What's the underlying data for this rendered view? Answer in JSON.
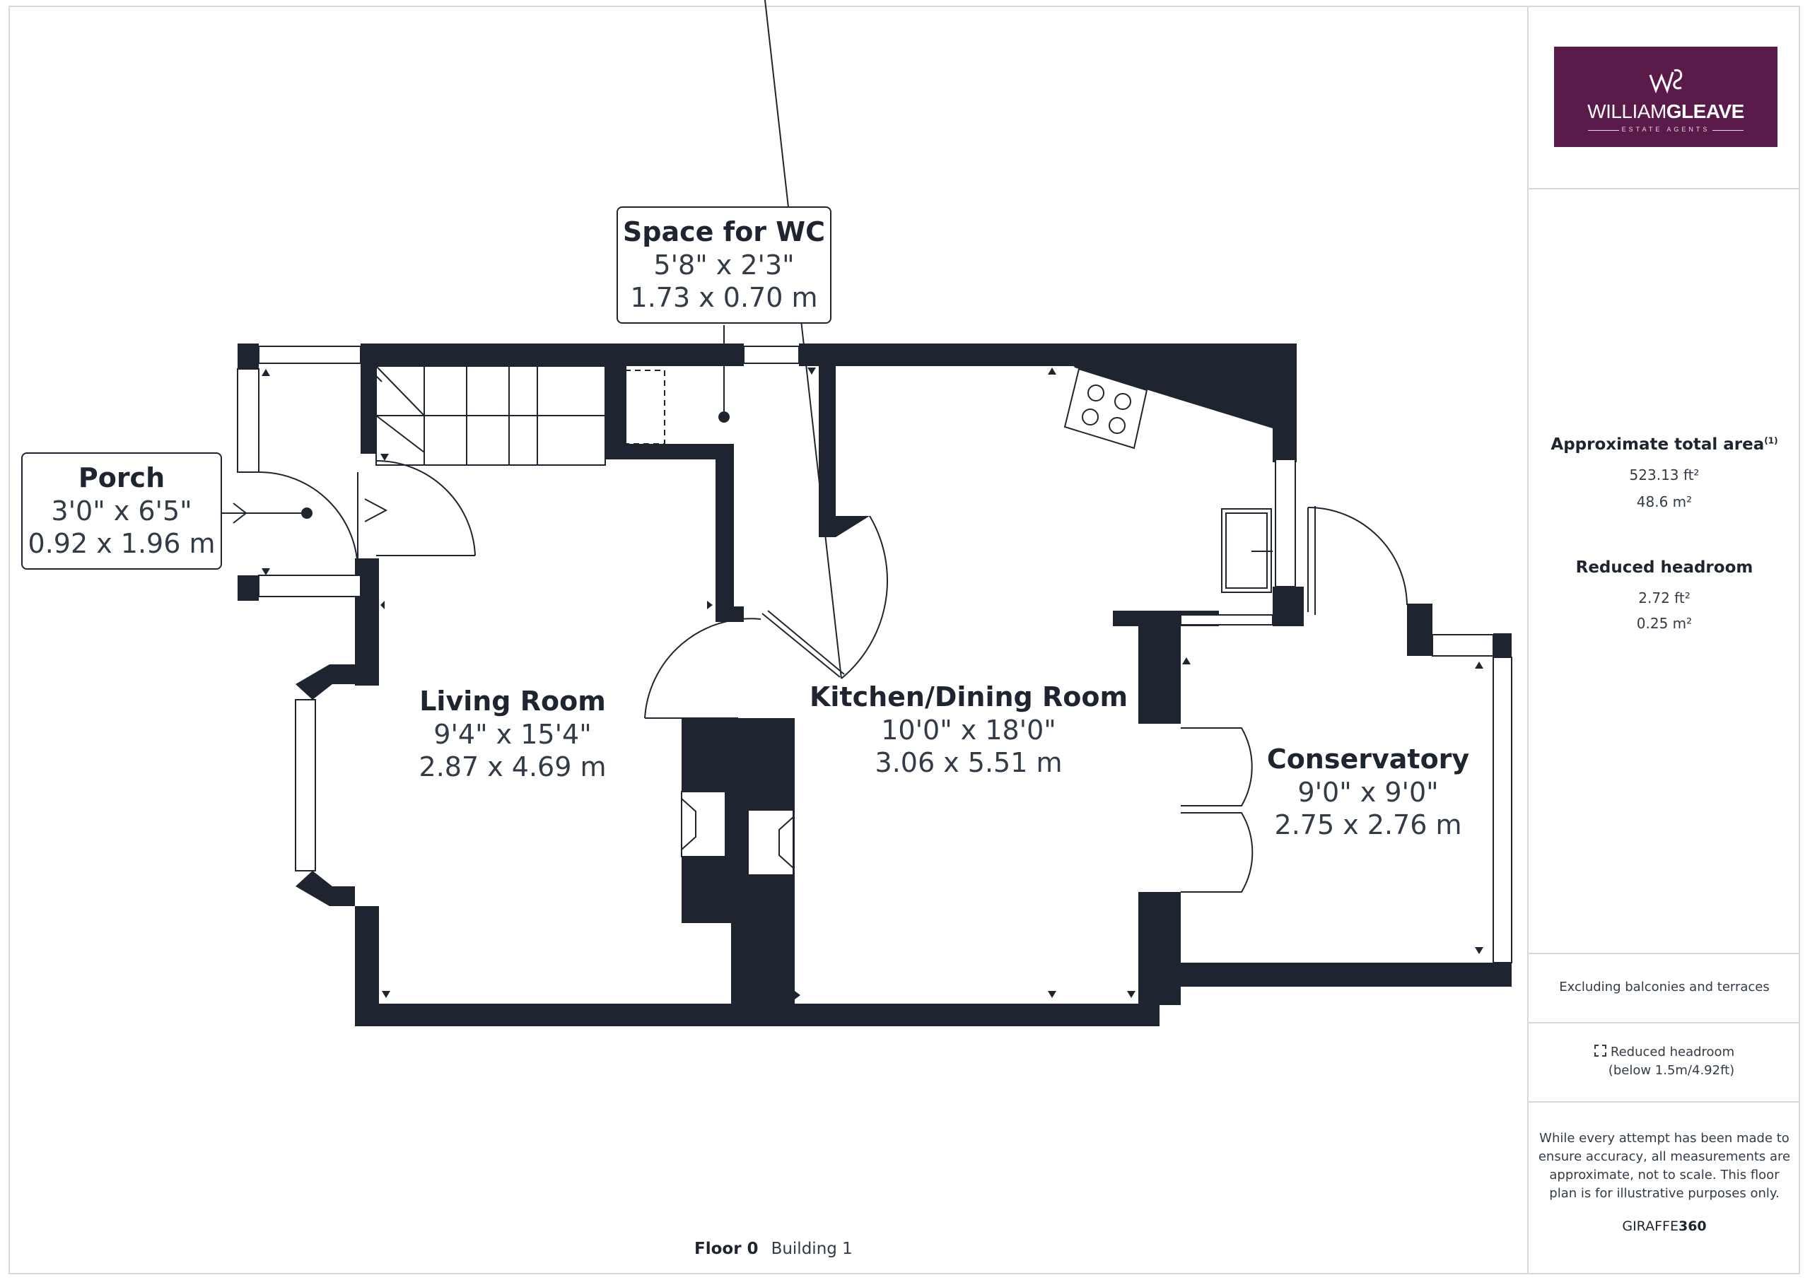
{
  "brand": {
    "logo_name_light": "WILLIAM",
    "logo_name_bold": "GLEAVE",
    "logo_sub": "ESTATE AGENTS",
    "logo_color": "#5a1a4a"
  },
  "sidebar": {
    "total_area_label": "Approximate total area",
    "total_area_note": "(1)",
    "total_area_ft": "523.13 ft²",
    "total_area_m": "48.6 m²",
    "reduced_label": "Reduced headroom",
    "reduced_ft": "2.72 ft²",
    "reduced_m": "0.25 m²",
    "excluding": "Excluding balconies and terraces",
    "legend_line1": "Reduced headroom",
    "legend_line2": "(below 1.5m/4.92ft)",
    "disclaimer_1": "While every attempt has been made to",
    "disclaimer_2": "ensure accuracy, all measurements are",
    "disclaimer_3": "approximate, not to scale. This floor",
    "disclaimer_4": "plan is for illustrative purposes only.",
    "credit_light": "GIRAFFE",
    "credit_bold": "360"
  },
  "rooms": {
    "wc": {
      "name": "Space for WC",
      "imperial": "5'8\" x 2'3\"",
      "metric": "1.73 x 0.70 m"
    },
    "porch": {
      "name": "Porch",
      "imperial": "3'0\" x 6'5\"",
      "metric": "0.92 x 1.96 m"
    },
    "living": {
      "name": "Living Room",
      "imperial": "9'4\" x 15'4\"",
      "metric": "2.87 x 4.69 m"
    },
    "kitchen": {
      "name": "Kitchen/Dining Room",
      "imperial": "10'0\" x 18'0\"",
      "metric": "3.06 x 5.51 m"
    },
    "conservatory": {
      "name": "Conservatory",
      "imperial": "9'0\" x 9'0\"",
      "metric": "2.75 x 2.76 m"
    }
  },
  "footer": {
    "floor": "Floor 0",
    "building": "Building 1"
  },
  "colors": {
    "wall": "#1f2530",
    "text": "#1f2530"
  }
}
